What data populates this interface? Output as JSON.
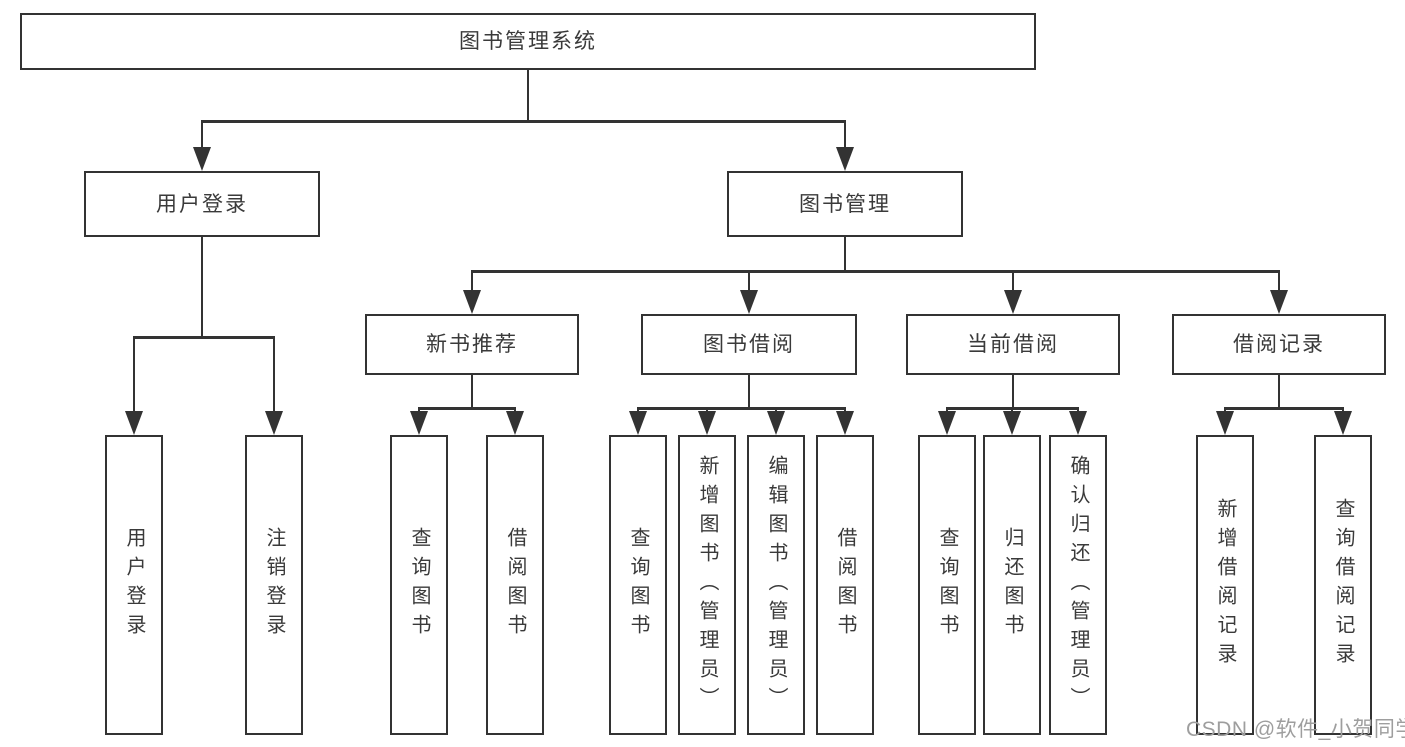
{
  "tree": {
    "root": "图书管理系统",
    "children": [
      {
        "label": "用户登录",
        "children": [
          {
            "label": "用户登录"
          },
          {
            "label": "注销登录"
          }
        ]
      },
      {
        "label": "图书管理",
        "children": [
          {
            "label": "新书推荐",
            "children": [
              {
                "label": "查询图书"
              },
              {
                "label": "借阅图书"
              }
            ]
          },
          {
            "label": "图书借阅",
            "children": [
              {
                "label": "查询图书"
              },
              {
                "label": "新增图书（管理员）"
              },
              {
                "label": "编辑图书（管理员）"
              },
              {
                "label": "借阅图书"
              }
            ]
          },
          {
            "label": "当前借阅",
            "children": [
              {
                "label": "查询图书"
              },
              {
                "label": "归还图书"
              },
              {
                "label": "确认归还（管理员）"
              }
            ]
          },
          {
            "label": "借阅记录",
            "children": [
              {
                "label": "新增借阅记录"
              },
              {
                "label": "查询借阅记录"
              }
            ]
          }
        ]
      }
    ]
  },
  "watermark": "CSDN @软件_小贺同学",
  "colors": {
    "line": "#333333",
    "watermark": "#9e9e9e",
    "background": "#ffffff"
  }
}
